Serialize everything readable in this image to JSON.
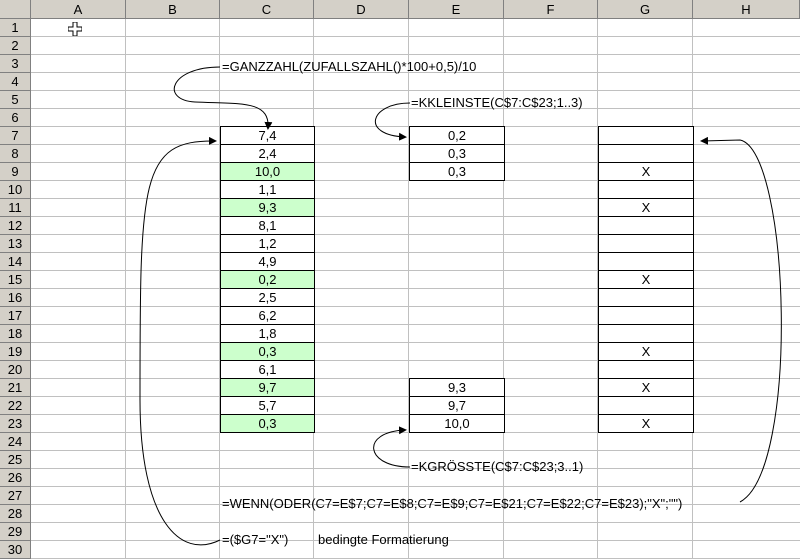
{
  "columns": [
    "A",
    "B",
    "C",
    "D",
    "E",
    "F",
    "G",
    "H"
  ],
  "rows": [
    "1",
    "2",
    "3",
    "4",
    "5",
    "6",
    "7",
    "8",
    "9",
    "10",
    "11",
    "12",
    "13",
    "14",
    "15",
    "16",
    "17",
    "18",
    "19",
    "20",
    "21",
    "22",
    "23",
    "24",
    "25",
    "26",
    "27",
    "28",
    "29",
    "30"
  ],
  "column_c": [
    "7,4",
    "2,4",
    "10,0",
    "1,1",
    "9,3",
    "8,1",
    "1,2",
    "4,9",
    "0,2",
    "2,5",
    "6,2",
    "1,8",
    "0,3",
    "6,1",
    "9,7",
    "5,7",
    "0,3"
  ],
  "column_c_highlight": [
    false,
    false,
    true,
    false,
    true,
    false,
    false,
    false,
    true,
    false,
    false,
    false,
    true,
    false,
    true,
    false,
    true
  ],
  "column_e_top": [
    "0,2",
    "0,3",
    "0,3"
  ],
  "column_e_bottom": [
    "9,3",
    "9,7",
    "10,0"
  ],
  "column_g": [
    "",
    "",
    "X",
    "",
    "X",
    "",
    "",
    "",
    "X",
    "",
    "",
    "",
    "X",
    "",
    "X",
    "",
    "X"
  ],
  "formulas": {
    "random": "=GANZZAHL(ZUFALLSZAHL()*100+0,5)/10",
    "ksmallest": "=KKLEINSTE(C$7:C$23;1..3)",
    "klargest": "=KGRÖSSTE(C$7:C$23;3..1)",
    "wenn": "=WENN(ODER(C7=E$7;C7=E$8;C7=E$9;C7=E$21;C7=E$22;C7=E$23);\"X\";\"\")",
    "cond": "=($G7=\"X\")",
    "cond_label": "bedingte Formatierung"
  },
  "colors": {
    "header_bg": "#d4d0c8",
    "highlight": "#ccffcc",
    "grid": "#c0c0c0"
  }
}
